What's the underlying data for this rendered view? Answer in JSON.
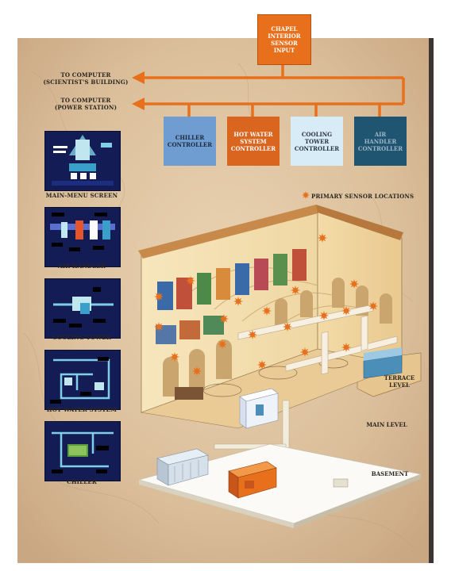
{
  "sensor_input_box": {
    "label": "CHAPEL\nINTERIOR\nSENSOR\nINPUT"
  },
  "computer_links": [
    {
      "line1": "TO COMPUTER",
      "line2": "(SCIENTIST'S BUILDING)"
    },
    {
      "line1": "TO COMPUTER",
      "line2": "(POWER STATION)"
    }
  ],
  "controllers": [
    {
      "label": "CHILLER\nCONTROLLER",
      "color": "#6f9cd1",
      "text_color": "#1b2a3d"
    },
    {
      "label": "HOT WATER\nSYSTEM\nCONTROLLER",
      "color": "#d9651f",
      "text_color": "#ffffff"
    },
    {
      "label": "COOLING\nTOWER\nCONTROLLER",
      "color": "#d8ecf8",
      "text_color": "#2a3440"
    },
    {
      "label": "AIR\nHANDLER\nCONTROLLER",
      "color": "#1f5570",
      "text_color": "#9fb8c8"
    }
  ],
  "legend": {
    "label": "PRIMARY SENSOR LOCATIONS",
    "marker_color": "#e8701c"
  },
  "screens": [
    {
      "caption": "MAIN-MENU SCREEN",
      "icon": "main-menu-screen-thumbnail"
    },
    {
      "caption": "AIR HANDLER",
      "icon": "air-handler-screen-thumbnail"
    },
    {
      "caption": "COOLING TOWER",
      "icon": "cooling-tower-screen-thumbnail"
    },
    {
      "caption": "HOT WATER SYSTEM",
      "icon": "hot-water-screen-thumbnail"
    },
    {
      "caption": "CHILLER",
      "icon": "chiller-screen-thumbnail"
    }
  ],
  "levels": {
    "terrace": "TERRACE\nLEVEL",
    "main": "MAIN LEVEL",
    "basement": "BASEMENT"
  },
  "colors": {
    "arrow": "#e8701c",
    "parchment": "#e3c9a6",
    "building": "#f5e3b8",
    "screen_bg": "#141c56"
  }
}
